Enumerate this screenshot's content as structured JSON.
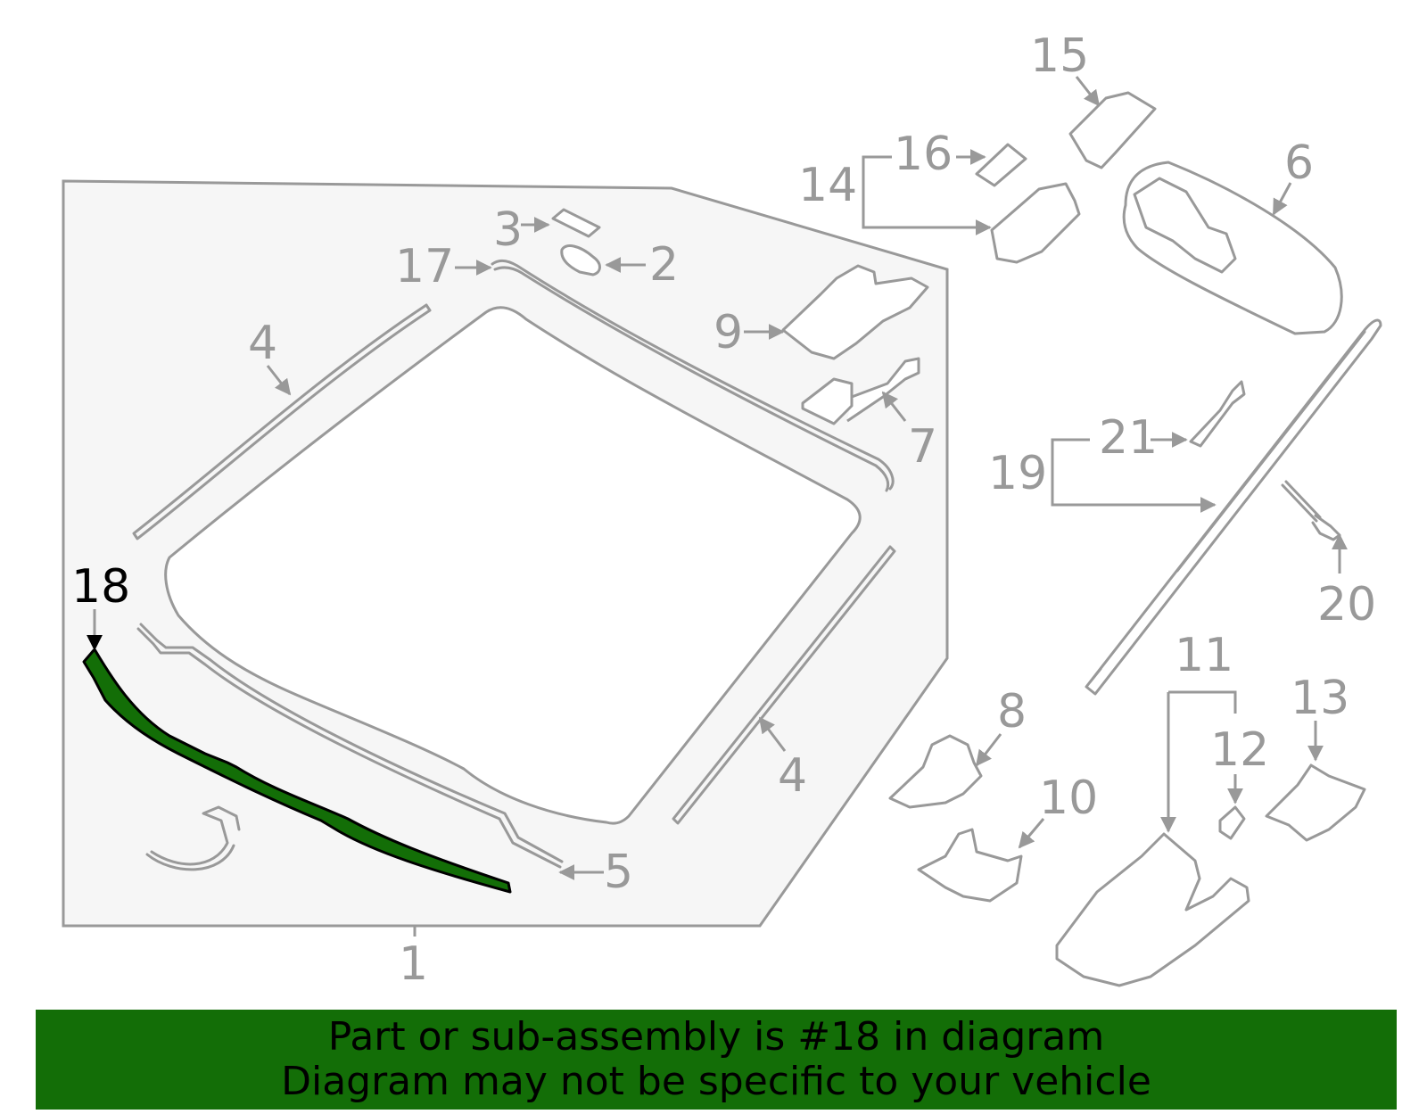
{
  "diagram": {
    "highlighted_part": "18",
    "callouts": {
      "c1": "1",
      "c2": "2",
      "c3": "3",
      "c4a": "4",
      "c4b": "4",
      "c5": "5",
      "c6": "6",
      "c7": "7",
      "c8": "8",
      "c9": "9",
      "c10": "10",
      "c11": "11",
      "c12": "12",
      "c13": "13",
      "c14": "14",
      "c15": "15",
      "c16": "16",
      "c17": "17",
      "c18": "18",
      "c19": "19",
      "c20": "20",
      "c21": "21"
    }
  },
  "banner": {
    "line1": "Part or sub-assembly is #18 in diagram",
    "line2": "Diagram may not be specific to your vehicle",
    "background": "#136e07"
  },
  "colors": {
    "line": "#999999",
    "highlight": "#136e07",
    "panel": "#f6f6f6"
  }
}
